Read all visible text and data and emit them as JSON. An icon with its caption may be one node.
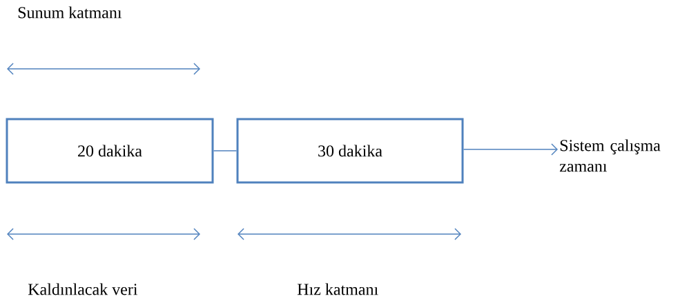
{
  "diagram": {
    "nodes": [
      {
        "text": [
          "20 dakika"
        ]
      },
      {
        "text": [
          "30 dakika"
        ]
      },
      {
        "text": [
          "Sistem çalışma zamanı"
        ]
      }
    ],
    "edges": [
      {
        "from": 0,
        "to": 1,
        "arrow": "none"
      },
      {
        "from": 1,
        "to": 2,
        "arrow": "to"
      }
    ],
    "labels": [
      "Sunum katmanı",
      "Kaldınlacak veri",
      "Hız katmanı"
    ]
  }
}
